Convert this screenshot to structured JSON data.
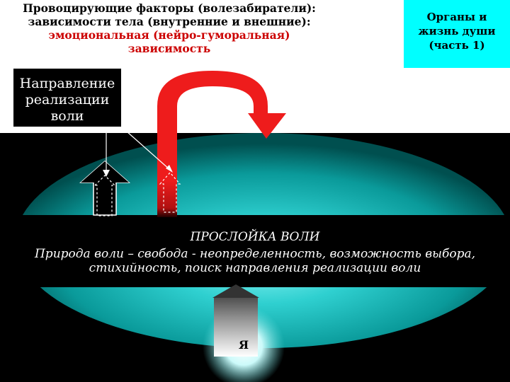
{
  "title": {
    "line1": "Провоцирующие факторы (волезабиратели):",
    "line2": "зависимости тела (внутренние и внешние):",
    "line3": "эмоциональная (нейро-гуморальная)",
    "line4": "зависимость"
  },
  "corner": {
    "line1": "Органы и",
    "line2": "жизнь души",
    "line3": "(часть 1)"
  },
  "direction_box": {
    "line1": "Направление",
    "line2": "реализации",
    "line3": "воли"
  },
  "will_layer": {
    "title": "ПРОСЛОЙКА ВОЛИ",
    "line1": "Природа воли – свобода - неопределенность, возможность выбора,",
    "line2": "стихийность, поиск направления реализации воли"
  },
  "self": {
    "label": "Я"
  },
  "colors": {
    "accent_red": "#cc0000",
    "arrow_red": "#ee1c1c",
    "cyan": "#00ffff",
    "teal": "#008b8b",
    "black": "#000000"
  }
}
